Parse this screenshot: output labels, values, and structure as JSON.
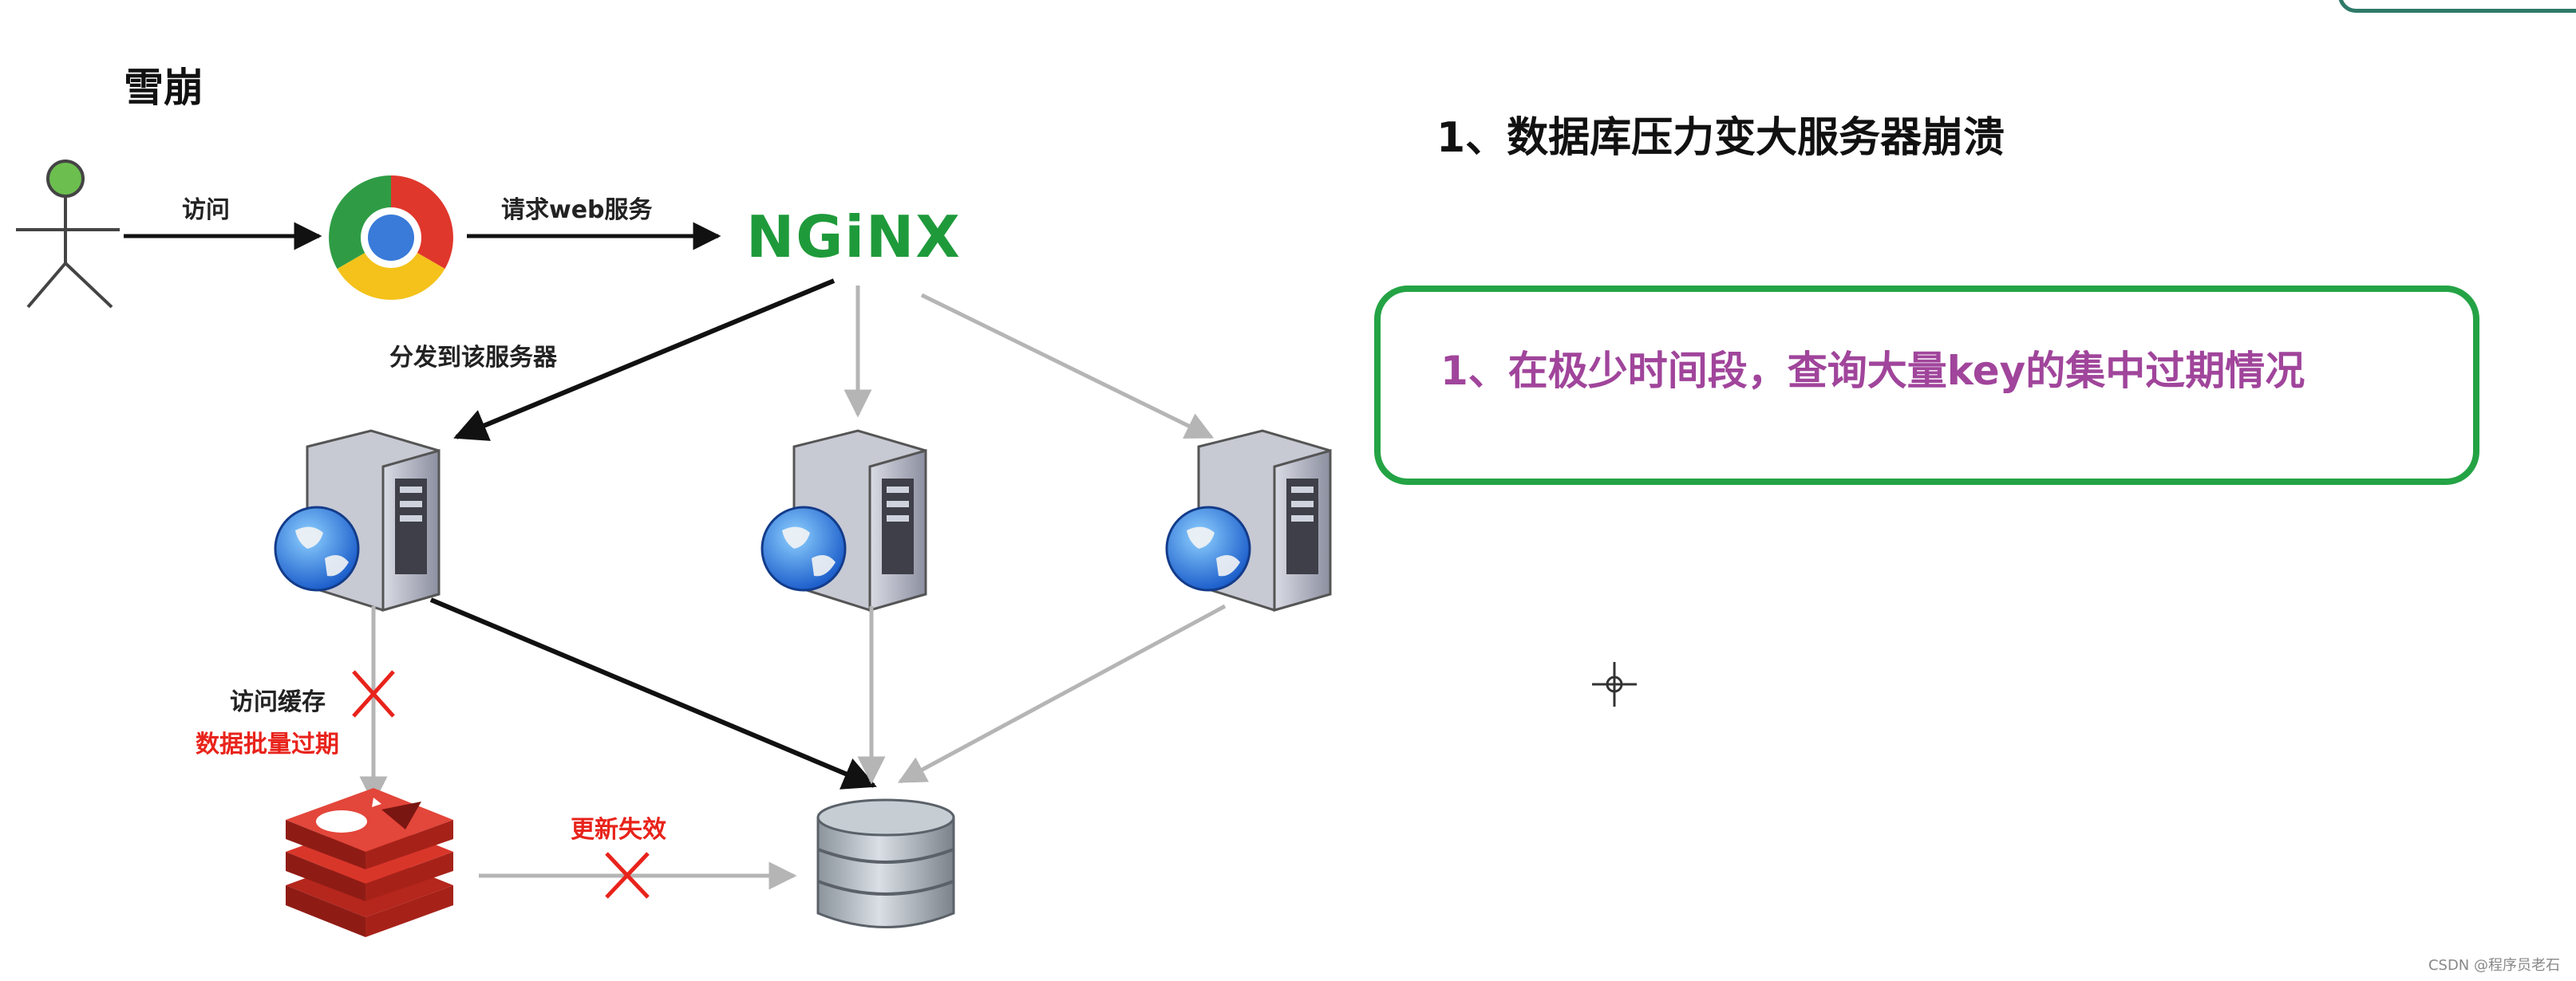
{
  "title": "雪崩",
  "heading": "1、数据库压力变大服务器崩溃",
  "box_text": "1、在极少时间段，查询大量key的集中过期情况",
  "labels": {
    "visit": "访问",
    "request_web": "请求web服务",
    "dispatch": "分发到该服务器",
    "visit_cache": "访问缓存",
    "batch_expire": "数据批量过期",
    "update_fail": "更新失效"
  },
  "nginx_logo": "NGiNX",
  "watermark": "CSDN @程序员老石",
  "colors": {
    "box_border": "#24a345",
    "box_text": "#a0459b",
    "red_label": "#e8231b",
    "nginx": "#1f9a3b"
  },
  "icons": [
    "user-icon",
    "chrome-icon",
    "nginx-logo",
    "server-icon",
    "redis-icon",
    "database-icon",
    "cross-icon"
  ]
}
